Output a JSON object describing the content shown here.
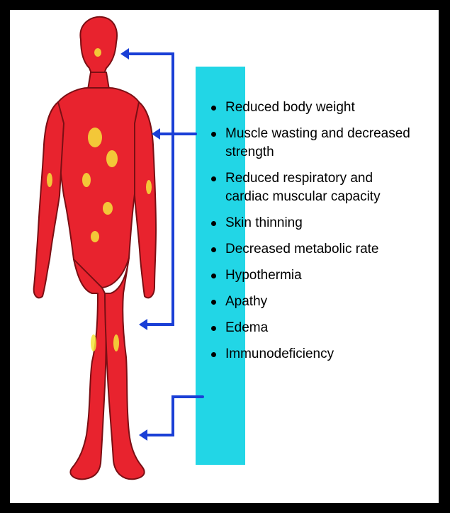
{
  "symptoms": [
    {
      "label": "Reduced body weight"
    },
    {
      "label": "Muscle wasting and decreased strength"
    },
    {
      "label": "Reduced respiratory and cardiac muscular capacity"
    },
    {
      "label": "Skin thinning"
    },
    {
      "label": "Decreased metabolic rate"
    },
    {
      "label": "Hypothermia"
    },
    {
      "label": "Apathy"
    },
    {
      "label": "Edema"
    },
    {
      "label": "Immunodeficiency"
    }
  ],
  "colors": {
    "background": "#ffffff",
    "border": "#000000",
    "accent_bar": "#22d6e6",
    "arrow": "#1a3fd6",
    "body": "#e8232e",
    "body_highlight": "#f5e43a"
  },
  "icons": {
    "figure": "emaciated-human-body-illustration",
    "arrow": "left-pointing-connector-arrow"
  }
}
